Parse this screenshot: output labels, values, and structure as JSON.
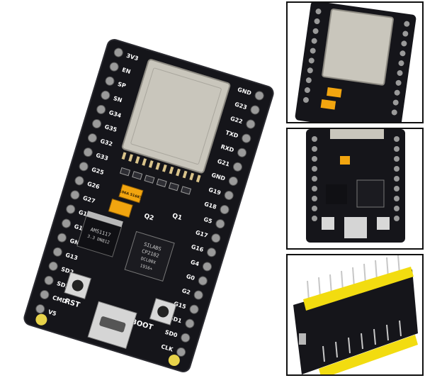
{
  "board": {
    "pins_left": [
      "3V3",
      "EN",
      "SP",
      "SN",
      "G34",
      "G35",
      "G32",
      "G33",
      "G25",
      "G26",
      "G27",
      "G14",
      "G12",
      "GND",
      "G13",
      "SD2",
      "SD3",
      "CMD",
      "V5"
    ],
    "pins_right": [
      "GND",
      "G23",
      "G22",
      "TXD",
      "RXD",
      "G21",
      "GND",
      "G19",
      "G18",
      "G5",
      "G17",
      "G16",
      "G4",
      "G0",
      "G2",
      "G15",
      "SD1",
      "SD0",
      "CLK"
    ],
    "buttons": {
      "reset": "RST",
      "boot": "BOOT"
    },
    "regulator": {
      "line1": "AMS1117",
      "line2": "3.3 DN812"
    },
    "usb_chip": {
      "line1": "SILABS",
      "line2": "CP2102",
      "line3": "DCL00X",
      "line4": "1916+"
    },
    "capacitor_label": "106A 516KT",
    "transistor_labels": {
      "q1": "Q1",
      "q2": "Q2"
    }
  },
  "colors": {
    "pcb": "#15151a",
    "shield": "#c9c6bc",
    "header_yellow": "#f2dc10"
  }
}
